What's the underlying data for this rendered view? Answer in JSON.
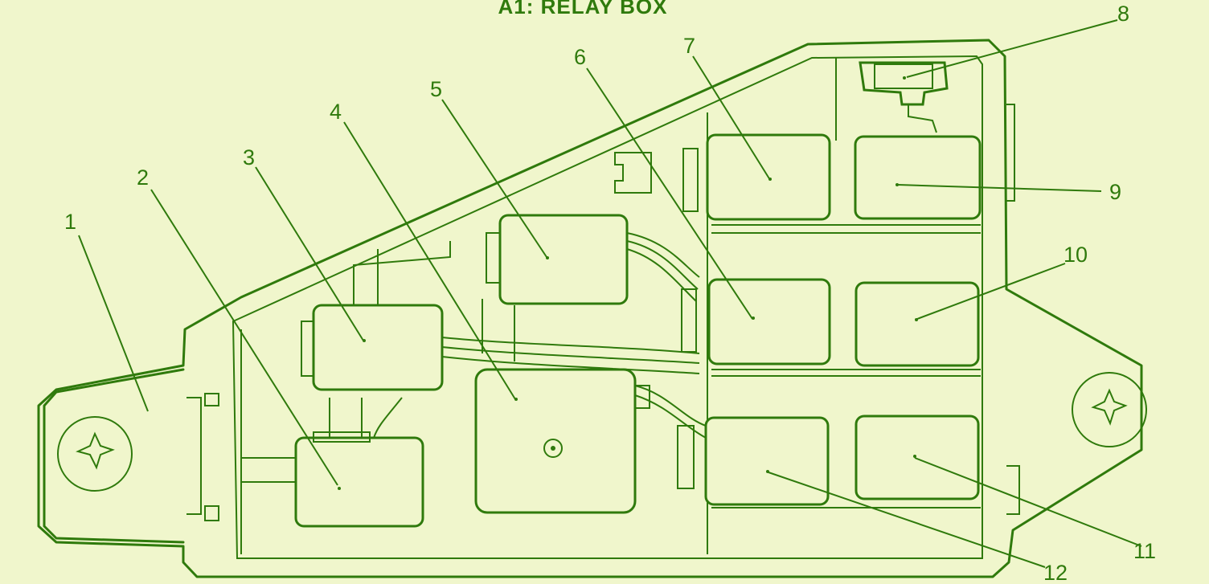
{
  "title": "A1: RELAY BOX",
  "colors": {
    "background": "#f0f6cc",
    "ink": "#2f7a0c",
    "fill": "#f0f6cc"
  },
  "callouts": [
    {
      "id": "1",
      "label": "1"
    },
    {
      "id": "2",
      "label": "2"
    },
    {
      "id": "3",
      "label": "3"
    },
    {
      "id": "4",
      "label": "4"
    },
    {
      "id": "5",
      "label": "5"
    },
    {
      "id": "6",
      "label": "6"
    },
    {
      "id": "7",
      "label": "7"
    },
    {
      "id": "8",
      "label": "8"
    },
    {
      "id": "9",
      "label": "9"
    },
    {
      "id": "10",
      "label": "10"
    },
    {
      "id": "11",
      "label": "11"
    },
    {
      "id": "12",
      "label": "12"
    }
  ]
}
